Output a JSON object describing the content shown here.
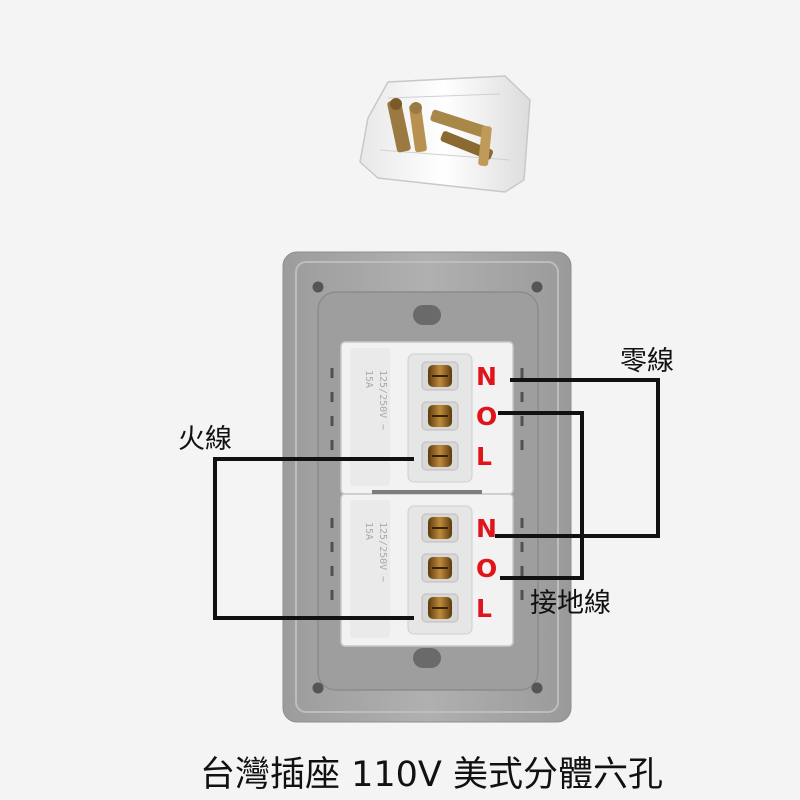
{
  "colors": {
    "background": "#f4f4f4",
    "plate": "#a7a7a7",
    "module": "#f2f2f2",
    "terminal_letters": "#e0141b",
    "wire": "#111111",
    "screw": "#8a5a1a"
  },
  "labels": {
    "neutral_wire": "零線",
    "live_wire": "火線",
    "ground_wire": "接地線"
  },
  "caption": "台灣插座 110V 美式分體六孔",
  "modules": [
    {
      "rating": [
        "15A",
        "125/250V ~"
      ],
      "terminals": [
        {
          "letter": "N",
          "role": "neutral"
        },
        {
          "letter": "O",
          "role": "ground"
        },
        {
          "letter": "L",
          "role": "live"
        }
      ]
    },
    {
      "rating": [
        "15A",
        "125/250V ~"
      ],
      "terminals": [
        {
          "letter": "N",
          "role": "neutral"
        },
        {
          "letter": "O",
          "role": "ground"
        },
        {
          "letter": "L",
          "role": "live"
        }
      ]
    }
  ],
  "icons": {
    "screw_bag": "screw-bag-icon",
    "screw": "terminal-screw-icon"
  }
}
